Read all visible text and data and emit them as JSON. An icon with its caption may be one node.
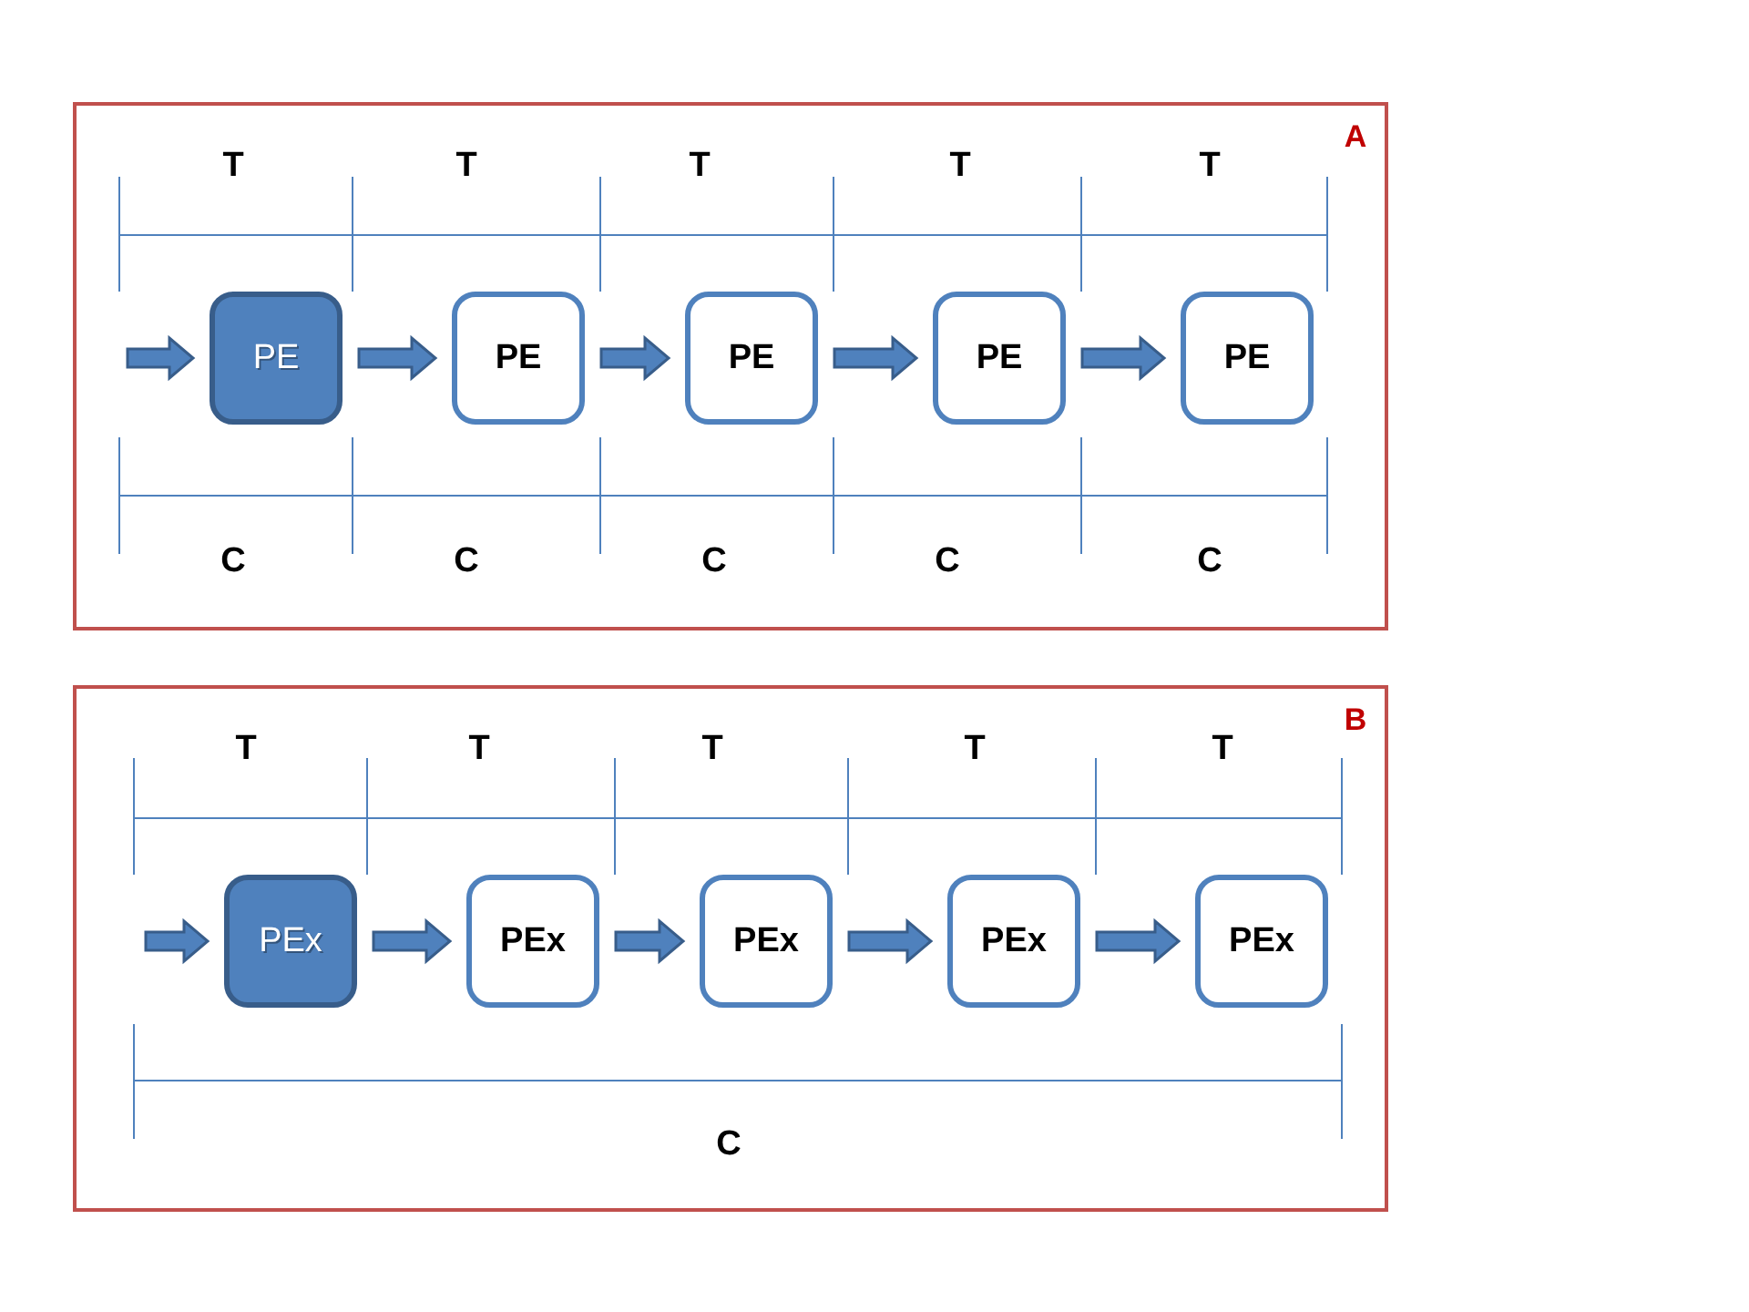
{
  "diagram": {
    "nodes": [
      {
        "text": [
          "A"
        ]
      },
      {
        "text": [
          "PE"
        ],
        "in": 0
      },
      {
        "text": [
          "PE"
        ],
        "in": 0
      },
      {
        "text": [
          "PE"
        ],
        "in": 0
      },
      {
        "text": [
          "PE"
        ],
        "in": 0
      },
      {
        "text": [
          "PE"
        ],
        "in": 0
      },
      {
        "text": [
          "B"
        ]
      },
      {
        "text": [
          "PEx"
        ],
        "in": 6
      },
      {
        "text": [
          "PEx"
        ],
        "in": 6
      },
      {
        "text": [
          "PEx"
        ],
        "in": 6
      },
      {
        "text": [
          "PEx"
        ],
        "in": 6
      },
      {
        "text": [
          "PEx"
        ],
        "in": 6
      }
    ],
    "edges": [
      {
        "from": null,
        "to": 1,
        "arrow": "to"
      },
      {
        "from": 1,
        "to": 2,
        "arrow": "to"
      },
      {
        "from": 2,
        "to": 3,
        "arrow": "to"
      },
      {
        "from": 3,
        "to": 4,
        "arrow": "to"
      },
      {
        "from": 4,
        "to": 5,
        "arrow": "to"
      },
      {
        "from": null,
        "to": 7,
        "arrow": "to"
      },
      {
        "from": 7,
        "to": 8,
        "arrow": "to"
      },
      {
        "from": 8,
        "to": 9,
        "arrow": "to"
      },
      {
        "from": 9,
        "to": 10,
        "arrow": "to"
      },
      {
        "from": 10,
        "to": 11,
        "arrow": "to"
      }
    ],
    "labels": [
      "T",
      "T",
      "T",
      "T",
      "T",
      "C",
      "C",
      "C",
      "C",
      "C",
      "T",
      "T",
      "T",
      "T",
      "T",
      "C"
    ]
  }
}
